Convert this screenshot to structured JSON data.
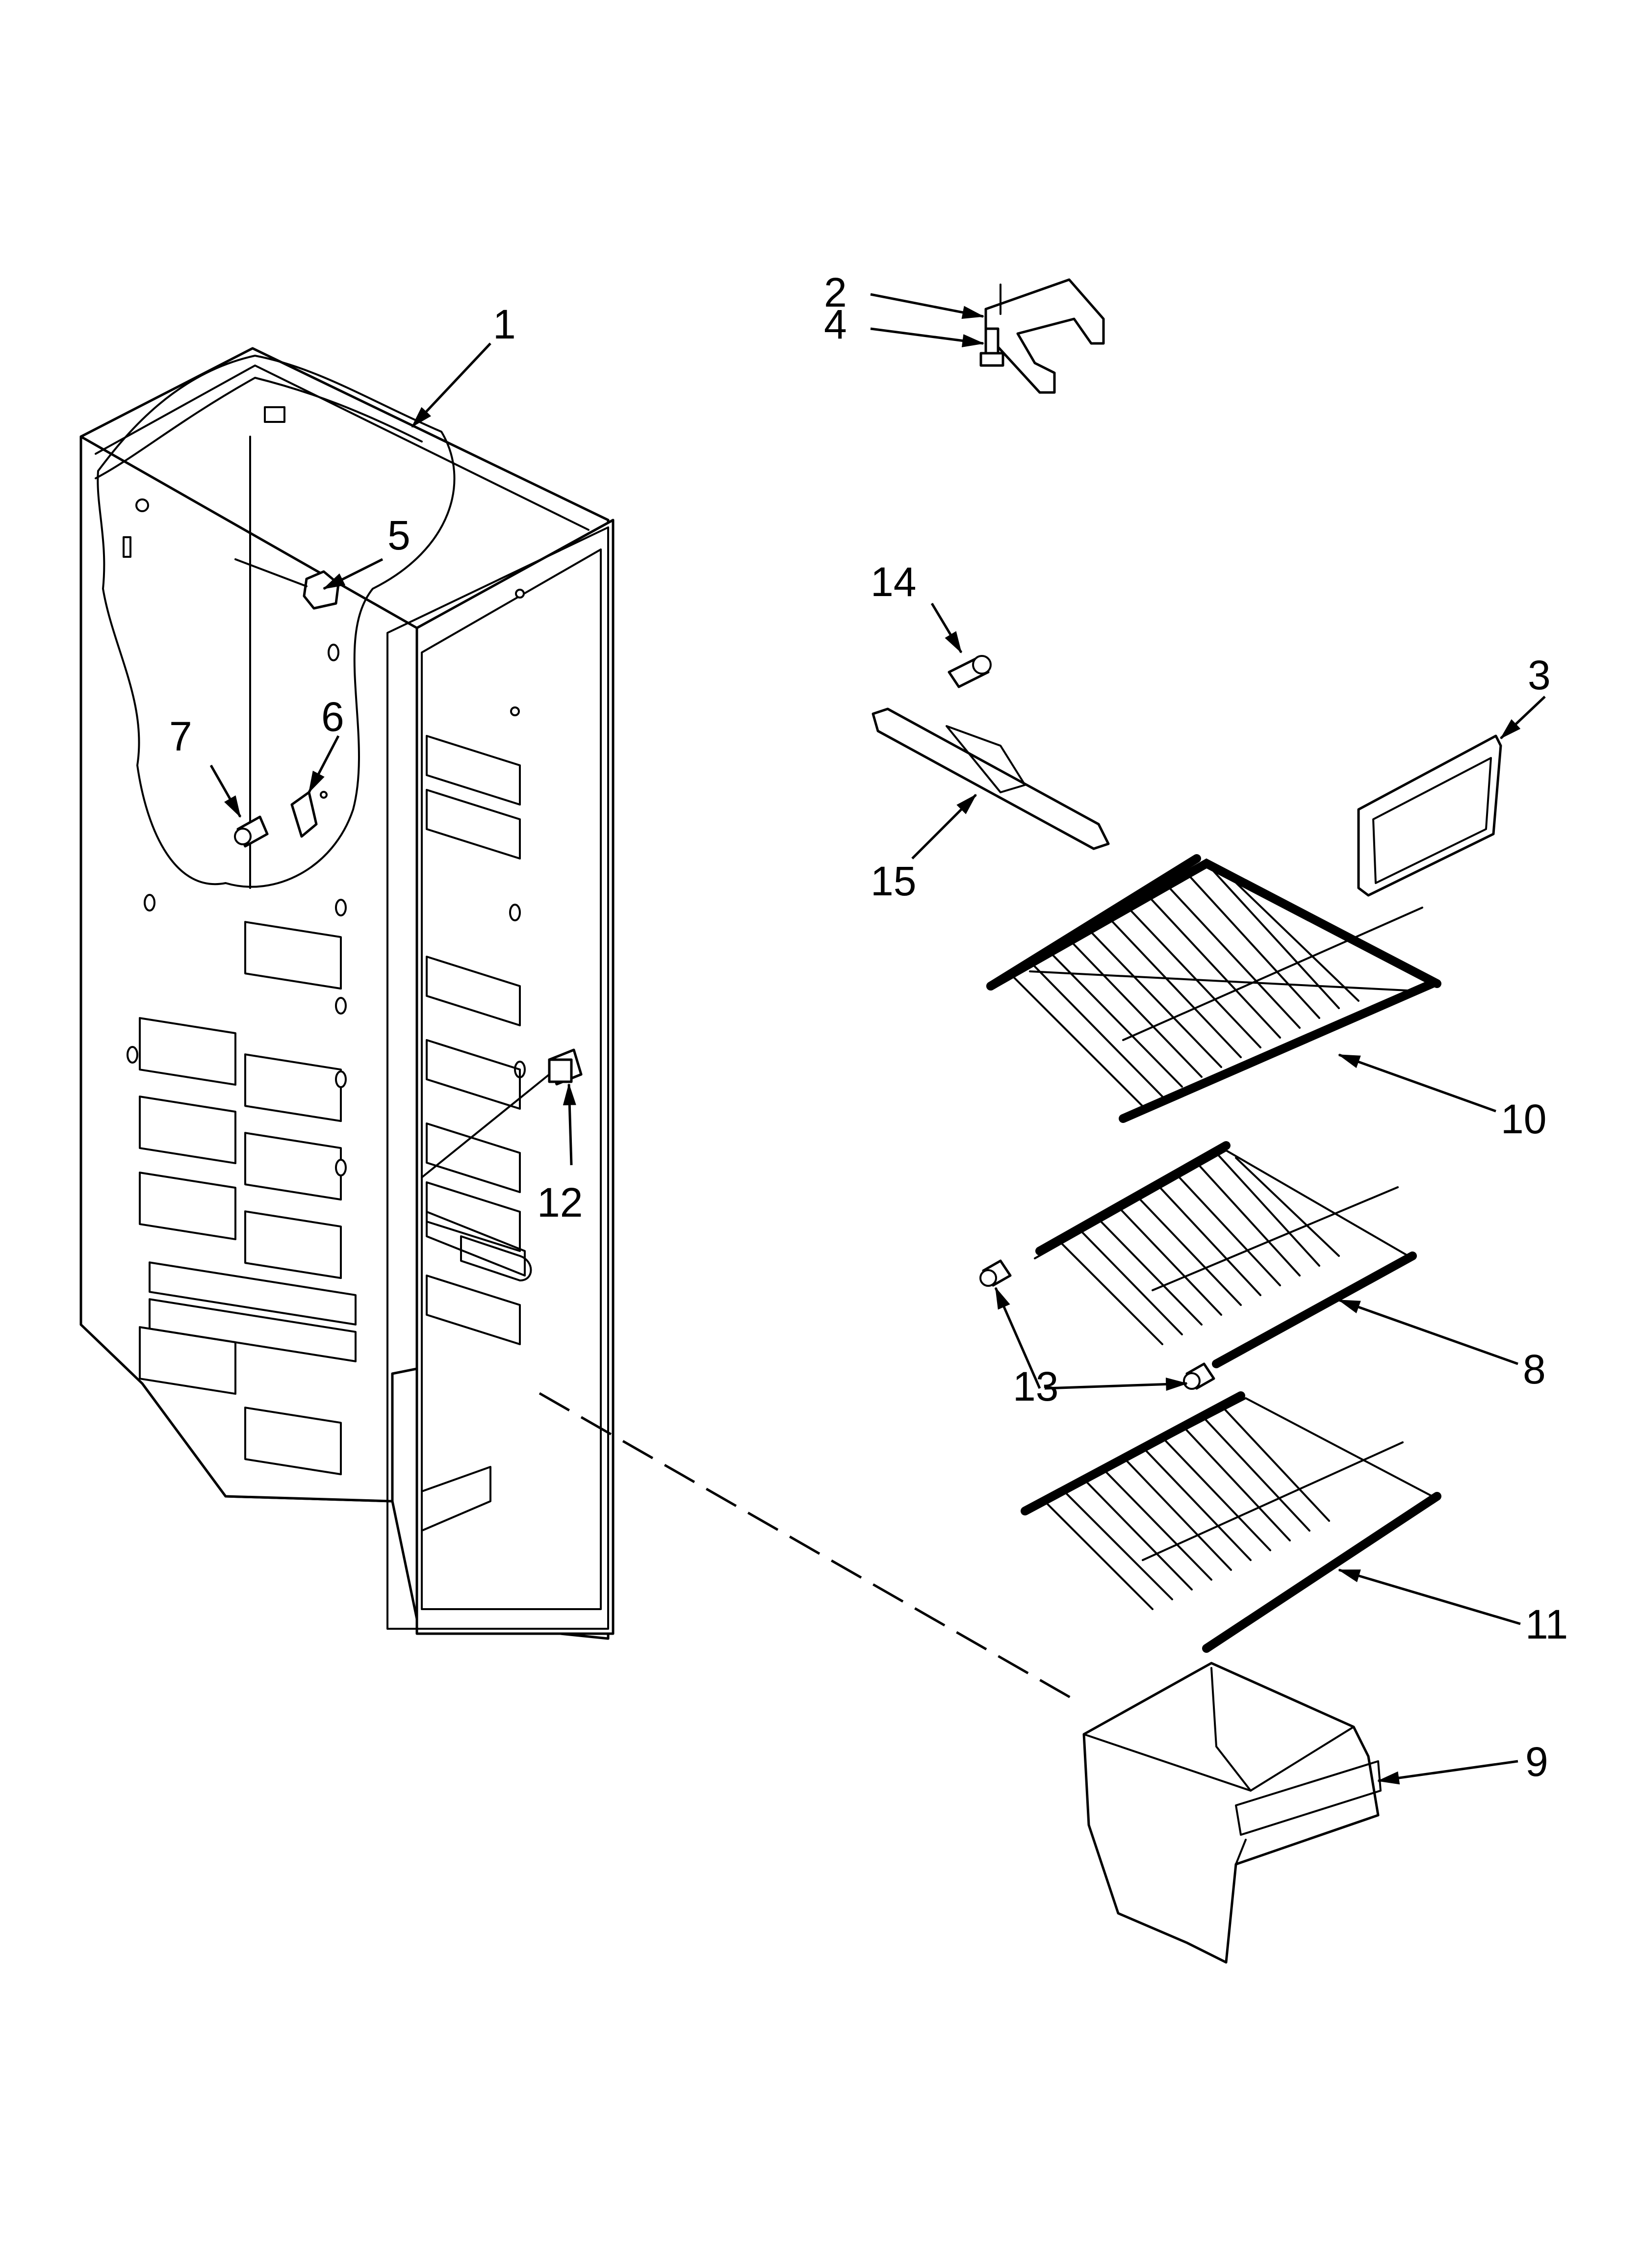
{
  "colors": {
    "line": "#000000",
    "background": "#ffffff"
  },
  "callouts": {
    "c1": "1",
    "c2": "2",
    "c3": "3",
    "c4": "4",
    "c5": "5",
    "c6": "6",
    "c7": "7",
    "c8": "8",
    "c9": "9",
    "c10": "10",
    "c11": "11",
    "c12": "12",
    "c13": "13",
    "c14": "14",
    "c15": "15"
  }
}
